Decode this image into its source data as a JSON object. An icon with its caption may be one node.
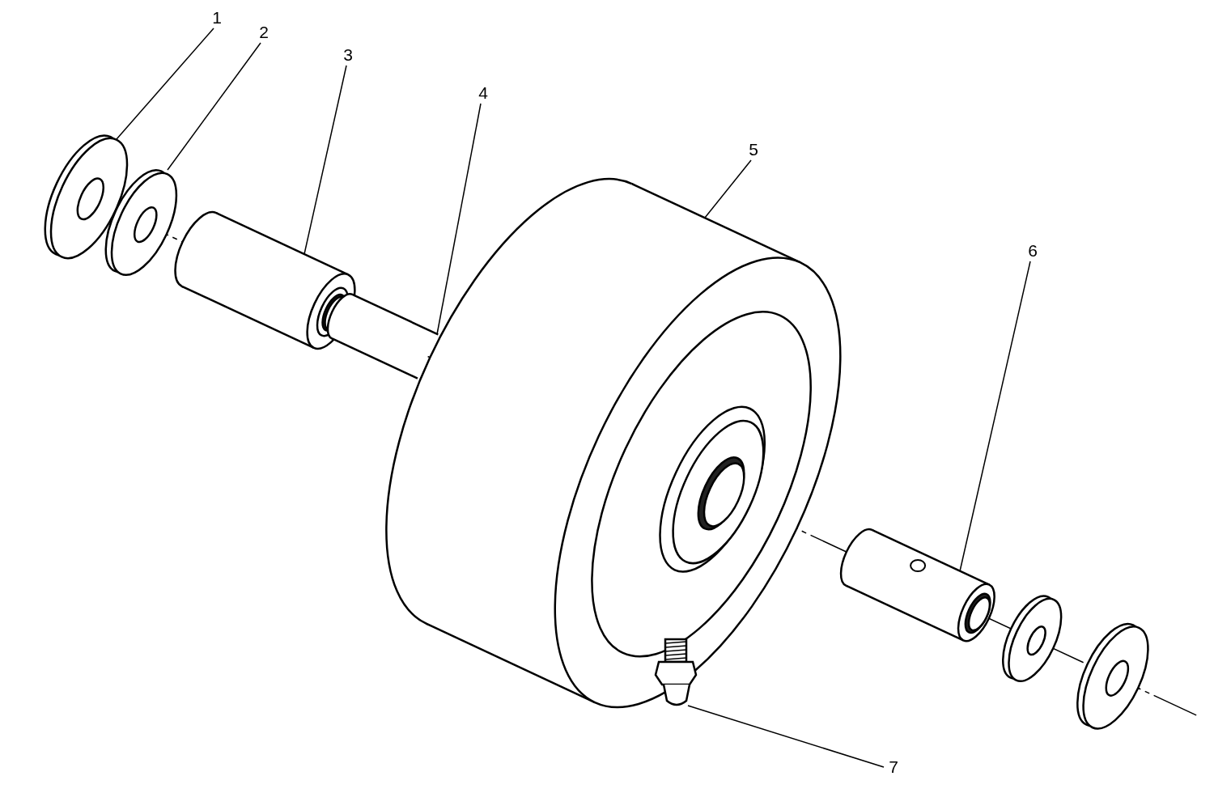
{
  "diagram": {
    "nodes": [
      {
        "text": [
          "1"
        ]
      },
      {
        "text": [
          "2"
        ]
      },
      {
        "text": [
          "3"
        ]
      },
      {
        "text": [
          "4"
        ]
      },
      {
        "text": [
          "5"
        ]
      },
      {
        "text": [
          "6"
        ]
      },
      {
        "text": [
          "7"
        ]
      },
      {
        "text": [],
        "shape": "picture"
      },
      {
        "text": [],
        "shape": "picture"
      },
      {
        "text": [],
        "shape": "picture"
      },
      {
        "text": [],
        "shape": "picture"
      },
      {
        "text": [],
        "shape": "picture"
      },
      {
        "text": [],
        "shape": "picture"
      },
      {
        "text": [],
        "shape": "picture"
      }
    ],
    "edges": [
      {
        "from": 0,
        "to": 7,
        "arrow": "none"
      },
      {
        "from": 1,
        "to": 8,
        "arrow": "none"
      },
      {
        "from": 2,
        "to": 9,
        "arrow": "none"
      },
      {
        "from": 3,
        "to": 10,
        "arrow": "none"
      },
      {
        "from": 4,
        "to": 11,
        "arrow": "none"
      },
      {
        "from": 5,
        "to": 13,
        "arrow": "none"
      },
      {
        "from": 6,
        "to": 12,
        "arrow": "none"
      }
    ]
  }
}
